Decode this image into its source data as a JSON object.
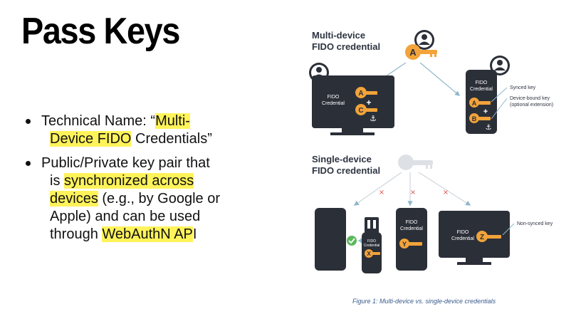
{
  "slide": {
    "title": "Pass Keys",
    "bullet1": {
      "prefix": "Technical Name: “",
      "highlight1": "Multi-",
      "highlight2": "Device FIDO",
      "suffix": " Credentials”"
    },
    "bullet2": {
      "line1": "Public/Private key pair that",
      "highlight1": "synchronized across ",
      "pre": "is ",
      "highlight2": "devices",
      "mid": " (e.g., by Google or",
      "line4": "Apple) and can be used",
      "pre5": "through ",
      "highlight3": "WebAuthN AP",
      "suffix": "I"
    }
  },
  "figure": {
    "multi_label_1": "Multi-device",
    "multi_label_2": "FIDO credential",
    "single_label_1": "Single-device",
    "single_label_2": "FIDO credential",
    "fido": "FIDO",
    "credential": "Credential",
    "synced_key": "Synced key",
    "device_bound_1": "Device-bound key",
    "device_bound_2": "(optional extension)",
    "non_synced_key": "Non-synced key",
    "key_a": "A",
    "key_b": "B",
    "key_c": "C",
    "key_x": "X",
    "key_y": "Y",
    "key_z": "Z",
    "plus": "+",
    "cross": "×",
    "caption": "Figure 1: Multi-device vs. single-device credentials",
    "colors": {
      "device": "#2b2f38",
      "key": "#f2a33a",
      "arrow": "#8fb7cc",
      "cross": "#d9534f",
      "check": "#5cb85c",
      "ghost_key": "#dde1e6"
    }
  }
}
